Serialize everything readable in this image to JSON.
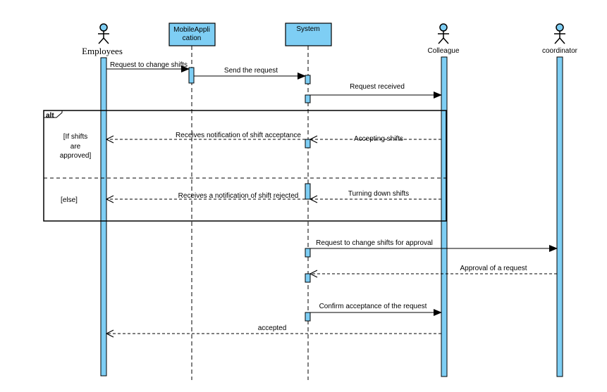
{
  "colors": {
    "fill": "#7ecef4",
    "stroke": "#000000",
    "background": "#ffffff"
  },
  "participants": {
    "employees": {
      "label": "Employees",
      "kind": "actor"
    },
    "mobile_app": {
      "label_line1": "MobileAppli",
      "label_line2": "cation",
      "kind": "object"
    },
    "system": {
      "label": "System",
      "kind": "object"
    },
    "colleague": {
      "label": "Colleague",
      "kind": "actor"
    },
    "coordinator": {
      "label": "coordinator",
      "kind": "actor"
    }
  },
  "messages": {
    "m1": {
      "text": "Request to change shifts",
      "from": "Employees",
      "to": "MobileApplication",
      "style": "sync"
    },
    "m2": {
      "text": "Send the request",
      "from": "MobileApplication",
      "to": "System",
      "style": "sync"
    },
    "m3": {
      "text": "Request received",
      "from": "System",
      "to": "Colleague",
      "style": "sync"
    },
    "m4": {
      "text": "Accepting shifts",
      "from": "Colleague",
      "to": "System",
      "style": "reply"
    },
    "m5": {
      "text": "Receives notification of shift acceptance",
      "from": "System",
      "to": "Employees",
      "style": "reply"
    },
    "m6": {
      "text": "Turning down shifts",
      "from": "Colleague",
      "to": "System",
      "style": "reply"
    },
    "m7": {
      "text": "Receives a notification of shift rejected",
      "from": "System",
      "to": "Employees",
      "style": "reply"
    },
    "m8": {
      "text": "Request to change shifts for approval",
      "from": "System",
      "to": "coordinator",
      "style": "sync"
    },
    "m9": {
      "text": "Approval of a request",
      "from": "coordinator",
      "to": "System",
      "style": "reply"
    },
    "m10": {
      "text": "Confirm acceptance of the request",
      "from": "System",
      "to": "Colleague",
      "style": "sync"
    },
    "m11": {
      "text": "accepted",
      "from": "Colleague",
      "to": "Employees",
      "style": "reply"
    }
  },
  "frame": {
    "tag": "alt",
    "guard1_line1": "[If shifts",
    "guard1_line2": "are",
    "guard1_line3": "approved]",
    "guard2": "[else]"
  }
}
